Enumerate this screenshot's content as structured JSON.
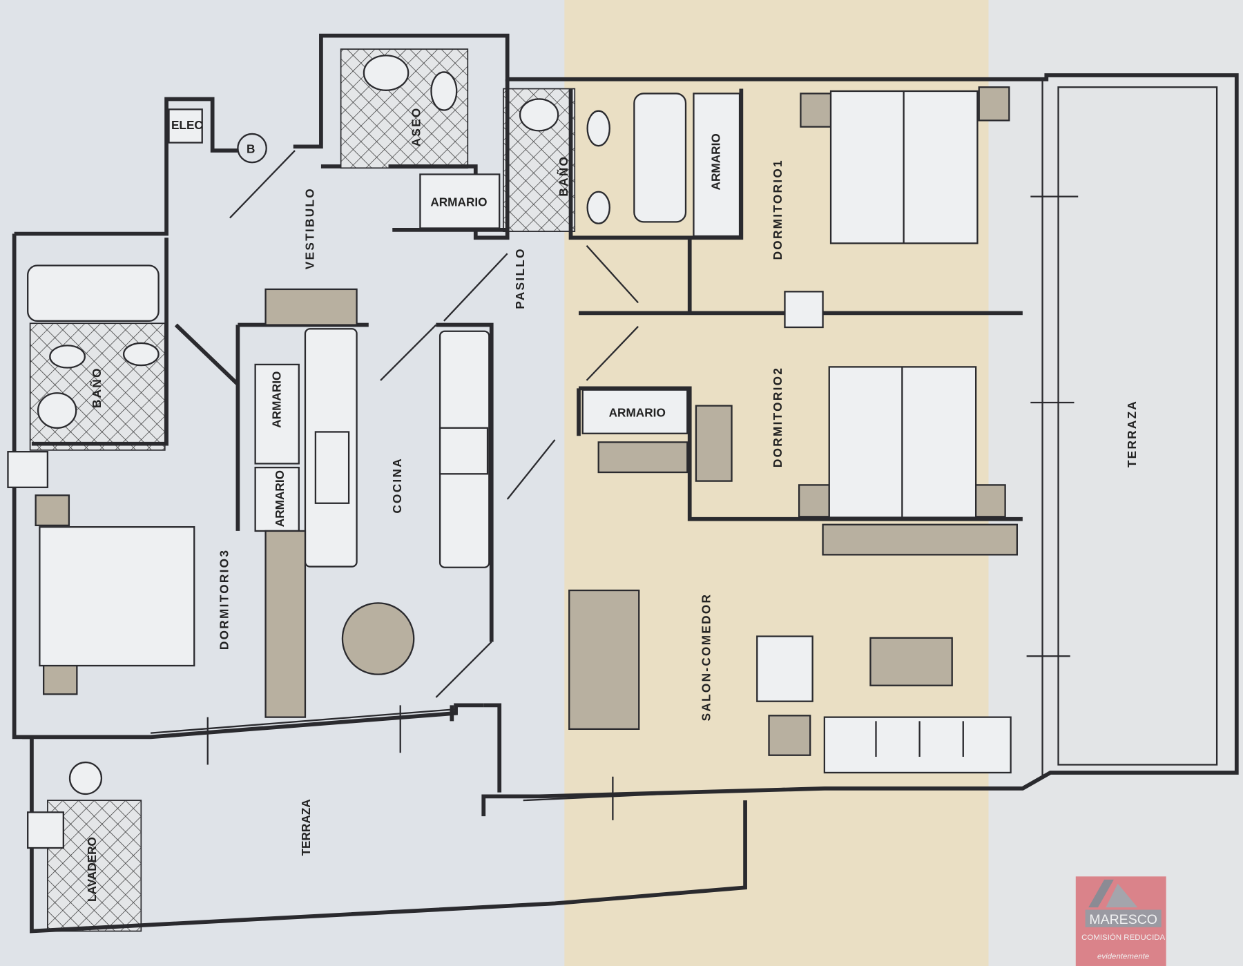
{
  "plan": {
    "labels": {
      "elec": "ELEC",
      "b_marker": "B",
      "vestibulo": "VESTIBULO",
      "aseo": "ASEO",
      "armario_aseo": "ARMARIO",
      "bano1": "BAÑO",
      "armario_d1": "ARMARIO",
      "dormitorio1": "DORMITORIO1",
      "pasillo": "PASILLO",
      "bano2": "BAÑO",
      "armario_k1": "ARMARIO",
      "armario_k2": "ARMARIO",
      "cocina": "COCINA",
      "armario_d2": "ARMARIO",
      "dormitorio2": "DORMITORIO2",
      "terraza_right": "TERRAZA",
      "dormitorio3": "DORMITORIO3",
      "salon": "SALON-COMEDOR",
      "terraza_bottom": "TERRAZA",
      "lavadero": "LAVADERO"
    },
    "colors": {
      "paper_left": "#dfe3e8",
      "paper_band": "#eadfc4",
      "paper_right": "#e3e5e7",
      "ink": "#2a2a2e"
    }
  },
  "watermark": {
    "brand": "MARESCO",
    "tagline": "COMISIÓN REDUCIDA",
    "slogan": "evidentemente",
    "color": "#d9737a"
  }
}
